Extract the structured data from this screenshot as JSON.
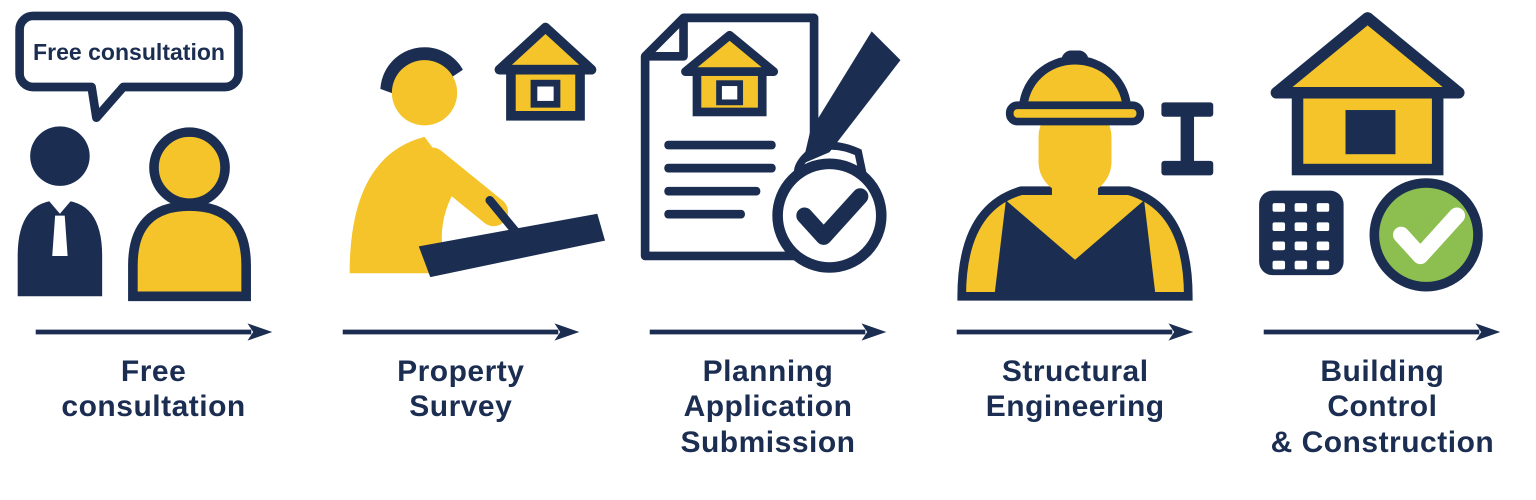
{
  "palette": {
    "navy": "#1b2e52",
    "yellow": "#f4c42a",
    "green": "#8cbf4f",
    "white": "#ffffff"
  },
  "steps": [
    {
      "id": "free-consultation",
      "icon": "consultation-icon",
      "bubble_text": "Free consultation",
      "label_lines": [
        "Free",
        "consultation"
      ]
    },
    {
      "id": "property-survey",
      "icon": "survey-icon",
      "label_lines": [
        "Property",
        "Survey"
      ]
    },
    {
      "id": "planning-application-submission",
      "icon": "application-icon",
      "label_lines": [
        "Planning",
        "Application",
        "Submission"
      ]
    },
    {
      "id": "structural-engineering",
      "icon": "engineer-icon",
      "label_lines": [
        "Structural",
        "Engineering"
      ]
    },
    {
      "id": "building-control-construction",
      "icon": "construction-icon",
      "label_lines": [
        "Building",
        "Control",
        "& Construction"
      ]
    }
  ]
}
